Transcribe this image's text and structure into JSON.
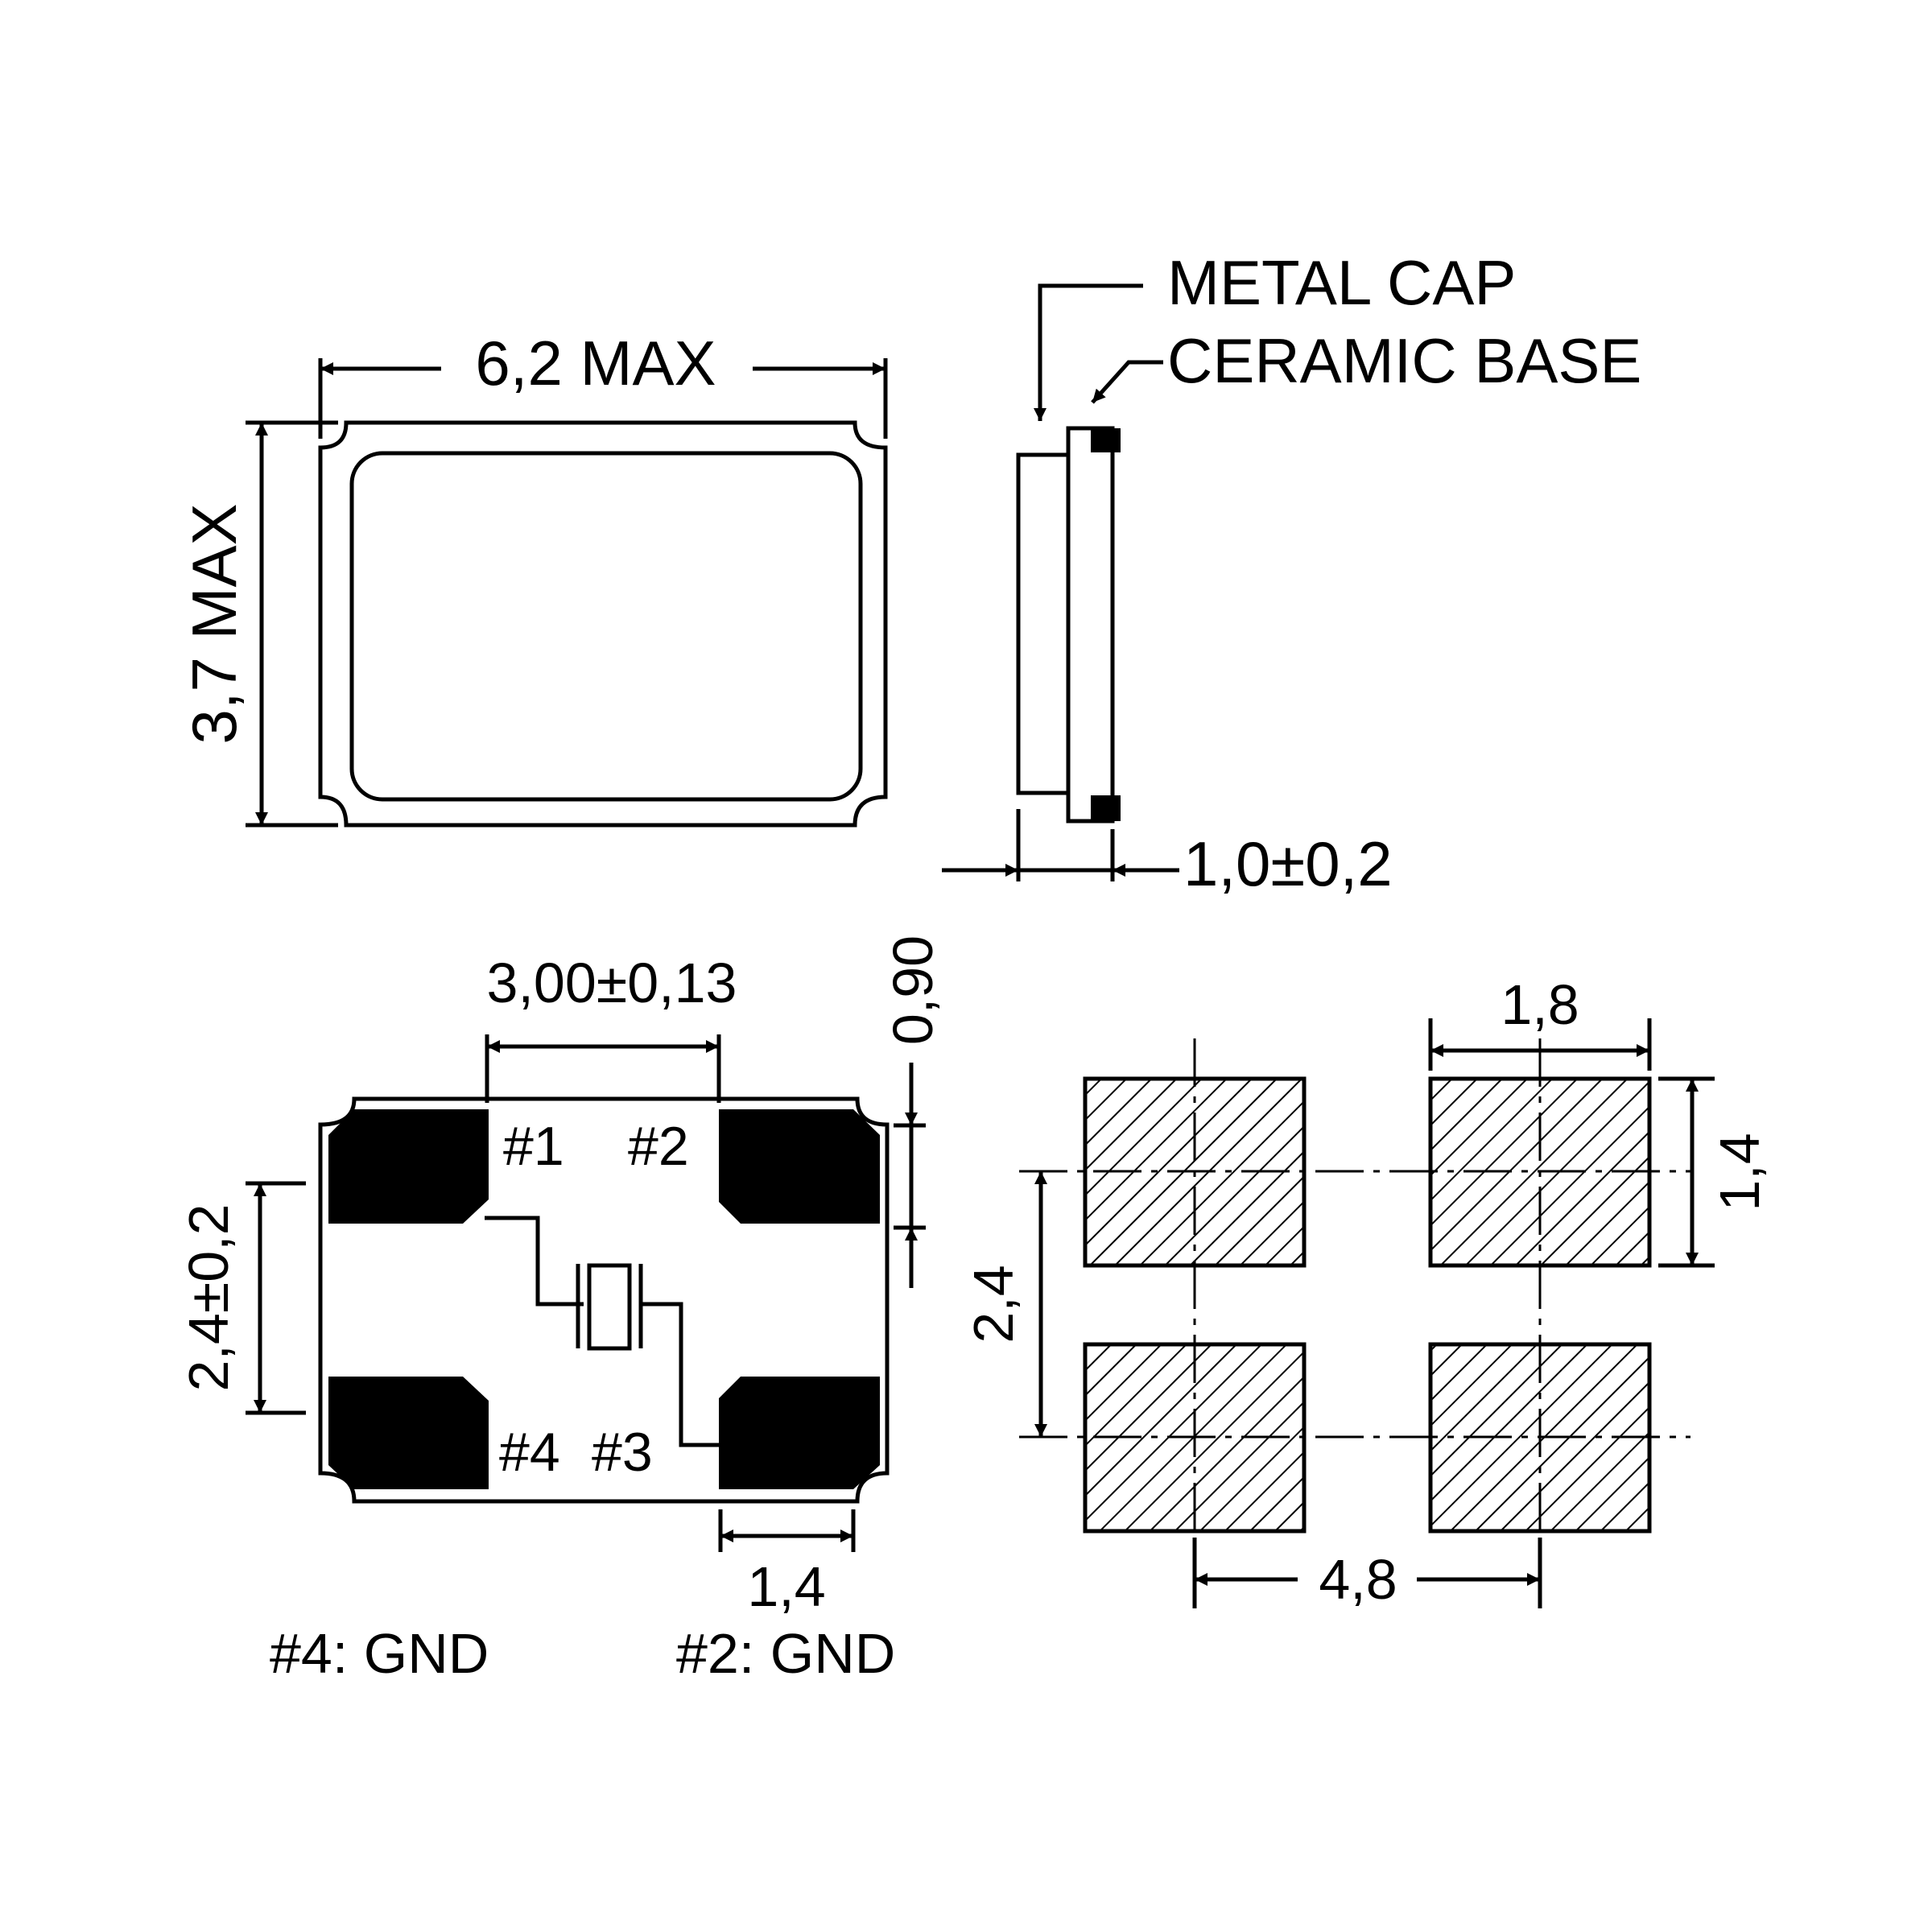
{
  "top_view": {
    "width_label": "6,2 MAX",
    "height_label": "3,7 MAX"
  },
  "side_view": {
    "cap_label": "METAL CAP",
    "base_label": "CERAMIC BASE",
    "thickness_label": "1,0±0,2"
  },
  "bottom_view": {
    "pad_pitch_label": "3,00±0,13",
    "pad_height_label": "0,90",
    "pad_spacing_label": "2,4±0,2",
    "pad_width_label": "1,4",
    "pins": [
      "#1",
      "#2",
      "#3",
      "#4"
    ],
    "notes": [
      "#4: GND",
      "#2: GND"
    ]
  },
  "land_pattern": {
    "pad_width_label": "1,8",
    "pad_height_label": "1,4",
    "row_pitch_label": "2,4",
    "column_pitch_label": "4,8"
  }
}
